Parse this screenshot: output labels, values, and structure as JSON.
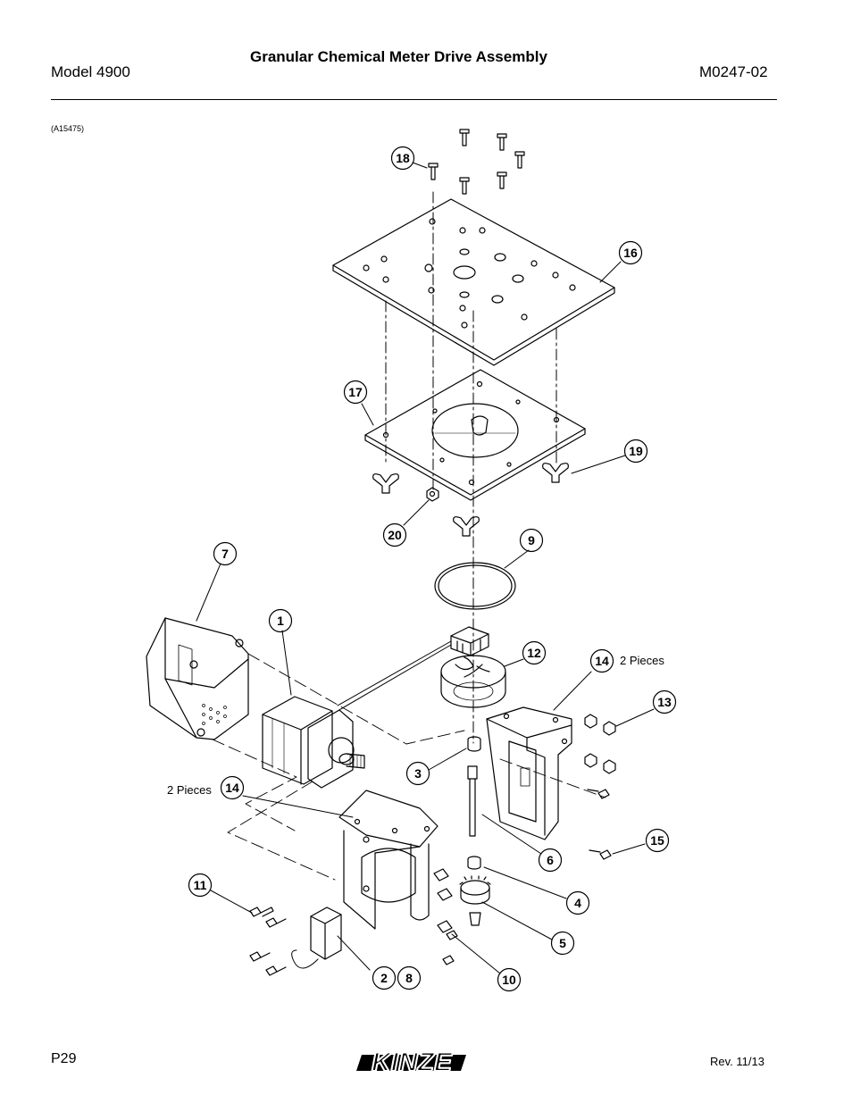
{
  "header": {
    "title": "Granular Chemical Meter Drive Assembly",
    "model": "Model 4900",
    "doc_number": "M0247-02"
  },
  "figure": {
    "reference": "(A15475)",
    "callouts": [
      "1",
      "2",
      "3",
      "4",
      "5",
      "6",
      "7",
      "8",
      "9",
      "10",
      "11",
      "12",
      "13",
      "14",
      "15",
      "16",
      "17",
      "18",
      "19",
      "20"
    ],
    "notes": {
      "pieces_right": "2 Pieces",
      "pieces_left": "2 Pieces"
    }
  },
  "footer": {
    "page": "P29",
    "revision": "Rev. 11/13",
    "logo": "KINZE"
  }
}
